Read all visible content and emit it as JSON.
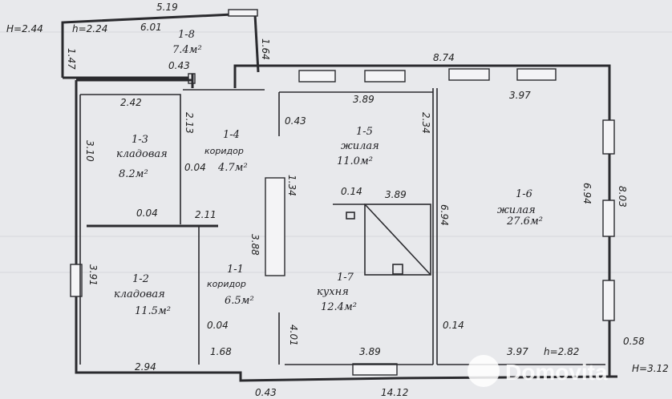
{
  "plan": {
    "ceiling_label": "H=2.44",
    "dimensions": {
      "top_outer": "5.19",
      "veranda_height": "h=2.24",
      "veranda_width": "6.01",
      "veranda_side_right": "1.64",
      "veranda_side_left": "1.47",
      "veranda_bottom": "0.43",
      "house_top": "8.74",
      "storage3_width": "2.42",
      "storage3_height": "3.10",
      "corridor4_height": "2.13",
      "wall_a": "0.43",
      "room5_width": "3.89",
      "room5_right": "2.34",
      "room6_width": "3.97",
      "wall_b": "0.04",
      "corridor4_depth": "2.11",
      "wall_c": "0.04",
      "kitchen_left": "1.34",
      "wall_d": "0.14",
      "kitchen_width": "3.89",
      "kitchen_right": "6.94",
      "room6_height": "6.94",
      "right_outer": "8.03",
      "corridor1_left": "3.88",
      "storage2_height": "3.91",
      "wall_e": "0.04",
      "corridor1_bottom": "1.68",
      "storage2_width": "2.94",
      "kitchen_left_bottom": "4.01",
      "wall_f": "0.14",
      "kitchen_bottom": "3.89",
      "room6_bottom": "3.97",
      "room6_ceiling": "h=2.82",
      "wall_g": "0.58",
      "bottom_total": "14.12",
      "bottom_wall": "0.43",
      "outer_ceiling": "H=3.12"
    },
    "rooms": [
      {
        "id": "1-8",
        "name": "",
        "area": "7.4м²"
      },
      {
        "id": "1-3",
        "name": "кладовая",
        "area": "8.2м²"
      },
      {
        "id": "1-4",
        "name": "коридор",
        "area": "4.7м²"
      },
      {
        "id": "1-5",
        "name": "жилая",
        "area": "11.0м²"
      },
      {
        "id": "1-6",
        "name": "жилая",
        "area": "27.6м²"
      },
      {
        "id": "1-7",
        "name": "кухня",
        "area": "12.4м²"
      },
      {
        "id": "1-2",
        "name": "кладовая",
        "area": "11.5м²"
      },
      {
        "id": "1-1",
        "name": "коридор",
        "area": "6.5м²"
      }
    ],
    "watermark": "Domovita"
  }
}
